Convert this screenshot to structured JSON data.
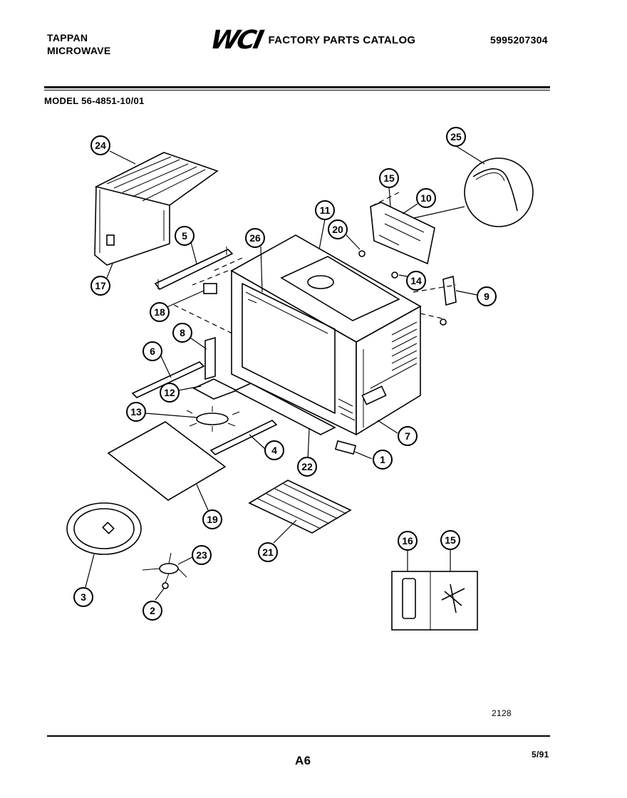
{
  "header": {
    "brand_line1": "TAPPAN",
    "brand_line2": "MICROWAVE",
    "logo": "WCI",
    "catalog_title": "FACTORY PARTS CATALOG",
    "part_number": "5995207304"
  },
  "model_label": "MODEL 56-4851-10/01",
  "callouts": [
    "24",
    "25",
    "15",
    "10",
    "11",
    "20",
    "26",
    "5",
    "17",
    "18",
    "14",
    "9",
    "8",
    "6",
    "12",
    "13",
    "7",
    "4",
    "22",
    "1",
    "19",
    "21",
    "16",
    "15",
    "3",
    "23",
    "2"
  ],
  "footer": {
    "drawing_number": "2128",
    "page": "A6",
    "date": "5/91"
  }
}
